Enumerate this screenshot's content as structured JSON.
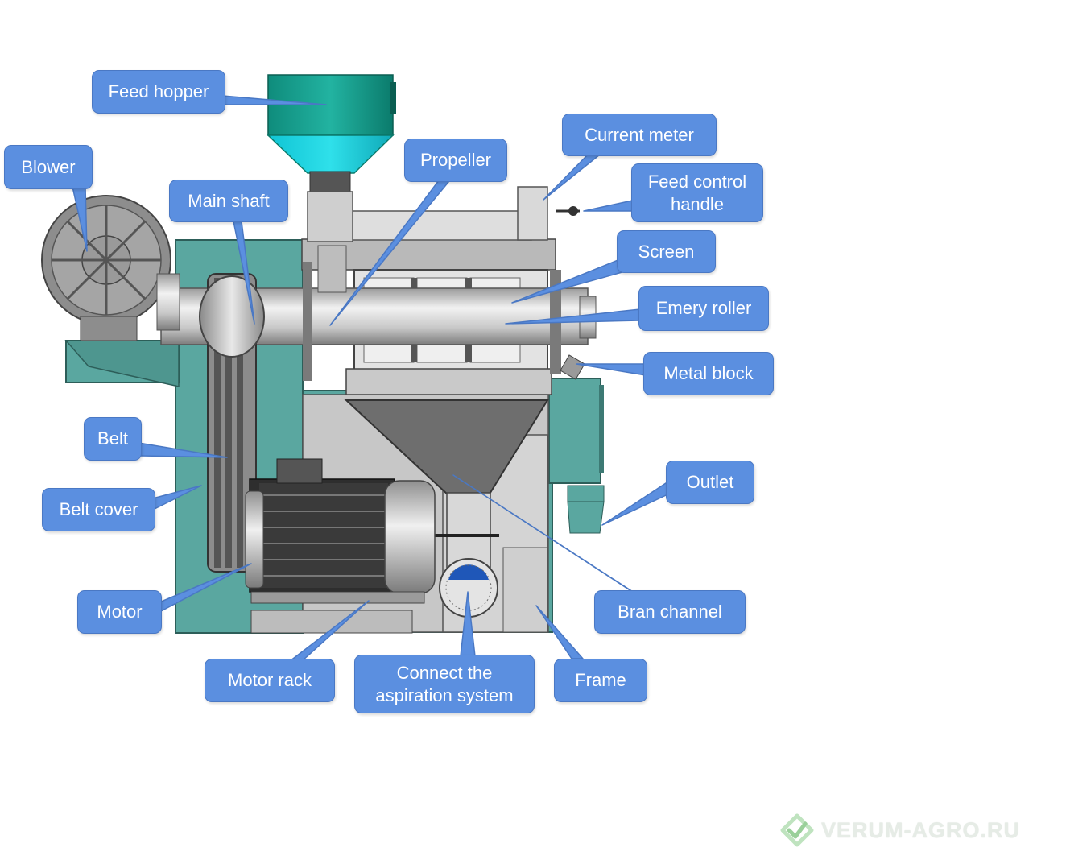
{
  "labels": {
    "feed_hopper": "Feed hopper",
    "blower": "Blower",
    "main_shaft": "Main shaft",
    "propeller": "Propeller",
    "current_meter": "Current meter",
    "feed_control_handle": "Feed control\nhandle",
    "screen": "Screen",
    "emery_roller": "Emery roller",
    "metal_block": "Metal block",
    "belt": "Belt",
    "belt_cover": "Belt cover",
    "outlet": "Outlet",
    "motor": "Motor",
    "bran_channel": "Bran channel",
    "motor_rack": "Motor rack",
    "aspiration": "Connect the\naspiration system",
    "frame": "Frame"
  },
  "watermark": {
    "text": "VERUM-AGRO.RU",
    "icon": "diamond-logo-icon"
  },
  "colors": {
    "callout_fill": "#5b8fe0",
    "teal_body": "#5aa7a0",
    "hopper": "#1d9e8e"
  }
}
